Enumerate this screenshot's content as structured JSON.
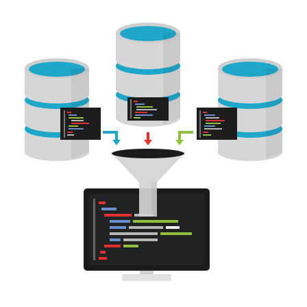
{
  "illustration": {
    "subject": "data-integration",
    "sources": [
      {
        "id": "left",
        "accent": "#1fa7c9",
        "arrow_color": "#1fa7c9"
      },
      {
        "id": "center",
        "accent": "#1fa7c9",
        "arrow_color": "#e03030"
      },
      {
        "id": "right",
        "accent": "#1fa7c9",
        "arrow_color": "#8fc23a"
      }
    ],
    "funnel_color": "#d4d4d4",
    "monitor_color": "#1b1b1b",
    "code_colors": {
      "red": "#e03030",
      "blue": "#6a8fcf",
      "green": "#8fc23a",
      "grey": "#b7b7b7",
      "white": "#eeeeee"
    }
  }
}
